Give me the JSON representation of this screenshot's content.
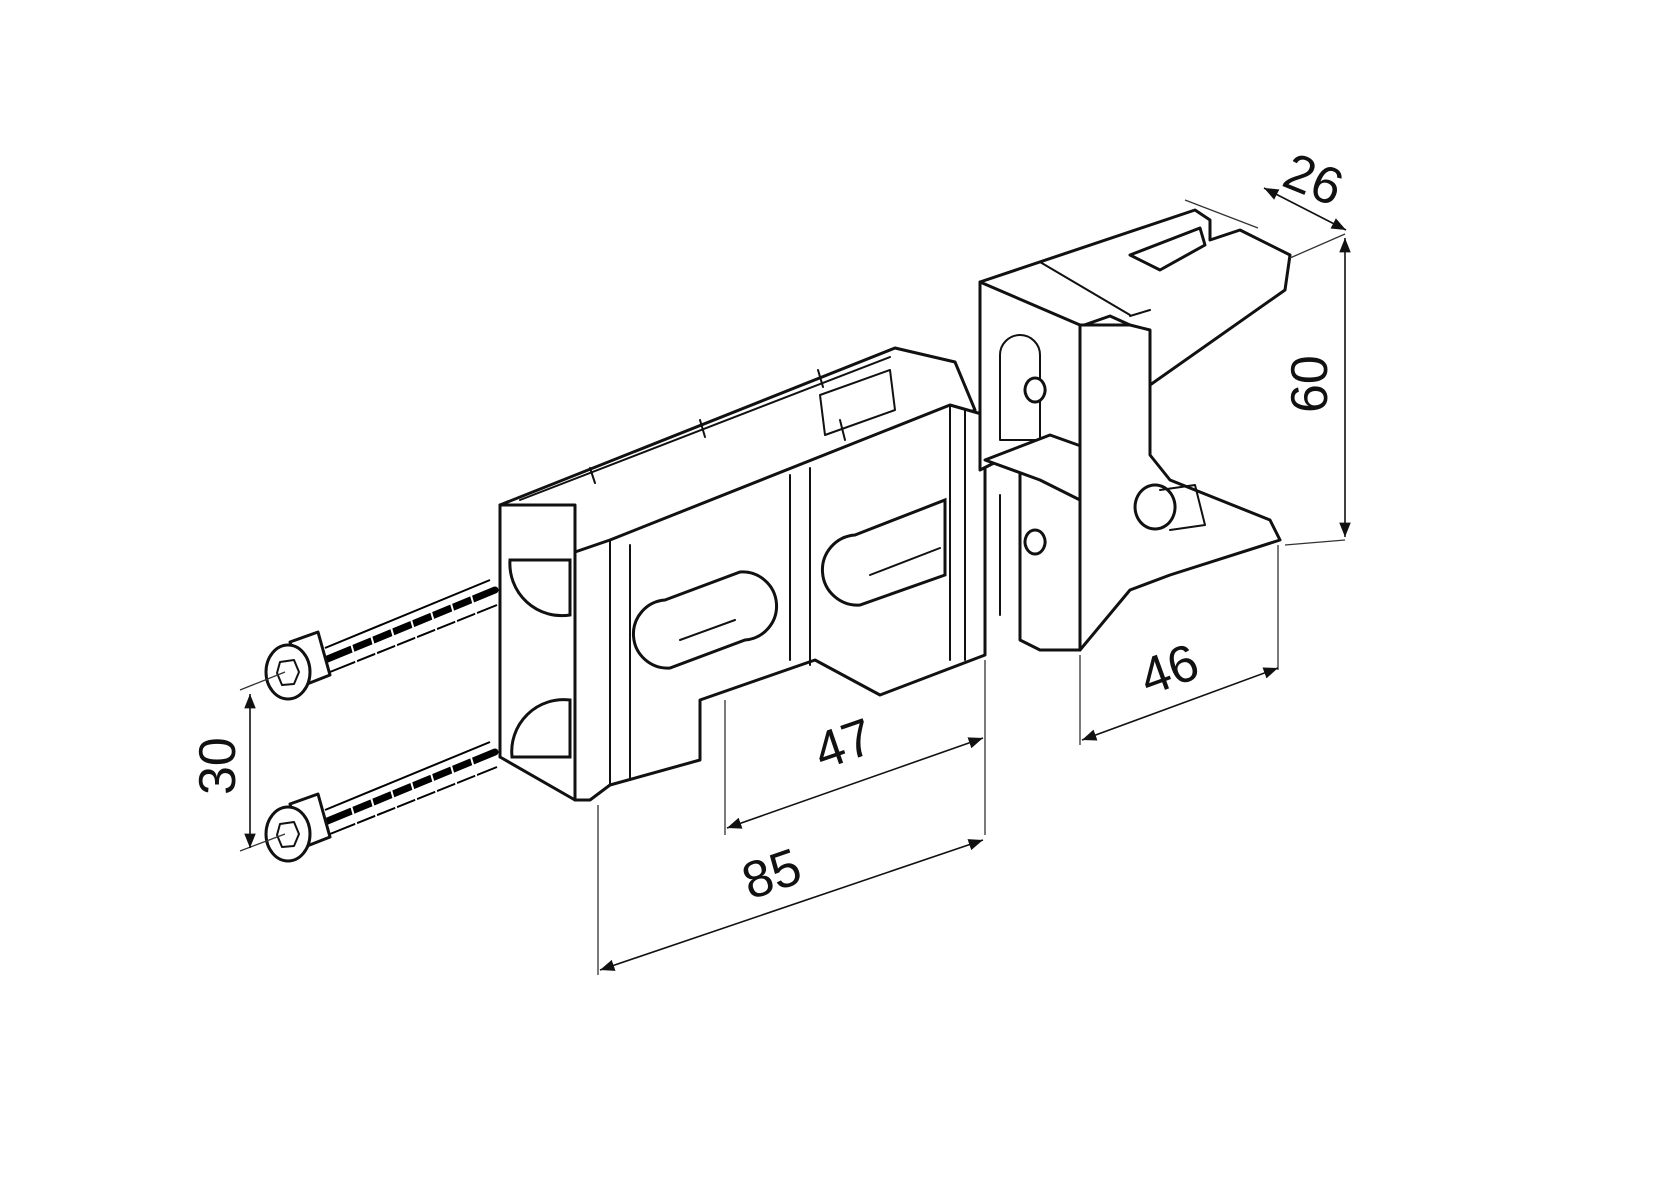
{
  "colors": {
    "line": "#111111",
    "background": "#ffffff"
  },
  "icons": [
    "socket-head-screw-icon",
    "hex-socket-icon"
  ],
  "dimensions": {
    "d26": "26",
    "d60": "60",
    "d46": "46",
    "d47": "47",
    "d85": "85",
    "d30": "30"
  }
}
